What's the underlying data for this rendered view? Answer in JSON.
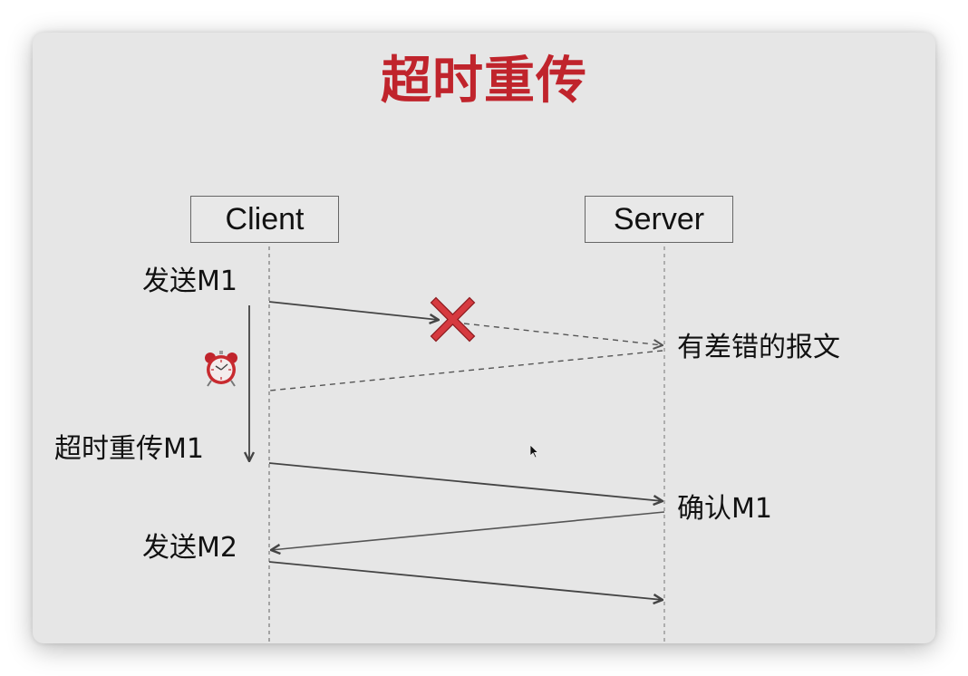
{
  "title": "超时重传",
  "actors": {
    "client": "Client",
    "server": "Server"
  },
  "labels": {
    "send_m1": "发送M1",
    "erroneous_message": "有差错的报文",
    "timeout_retransmit_m1": "超时重传M1",
    "ack_m1": "确认M1",
    "send_m2": "发送M2"
  },
  "icons": {
    "alarm": "alarm-clock-icon",
    "lost": "red-x-icon",
    "cursor": "mouse-pointer-icon"
  },
  "colors": {
    "title": "#c0242c",
    "cross": "#d63a3f",
    "line": "#444444",
    "background": "#e6e6e6"
  }
}
